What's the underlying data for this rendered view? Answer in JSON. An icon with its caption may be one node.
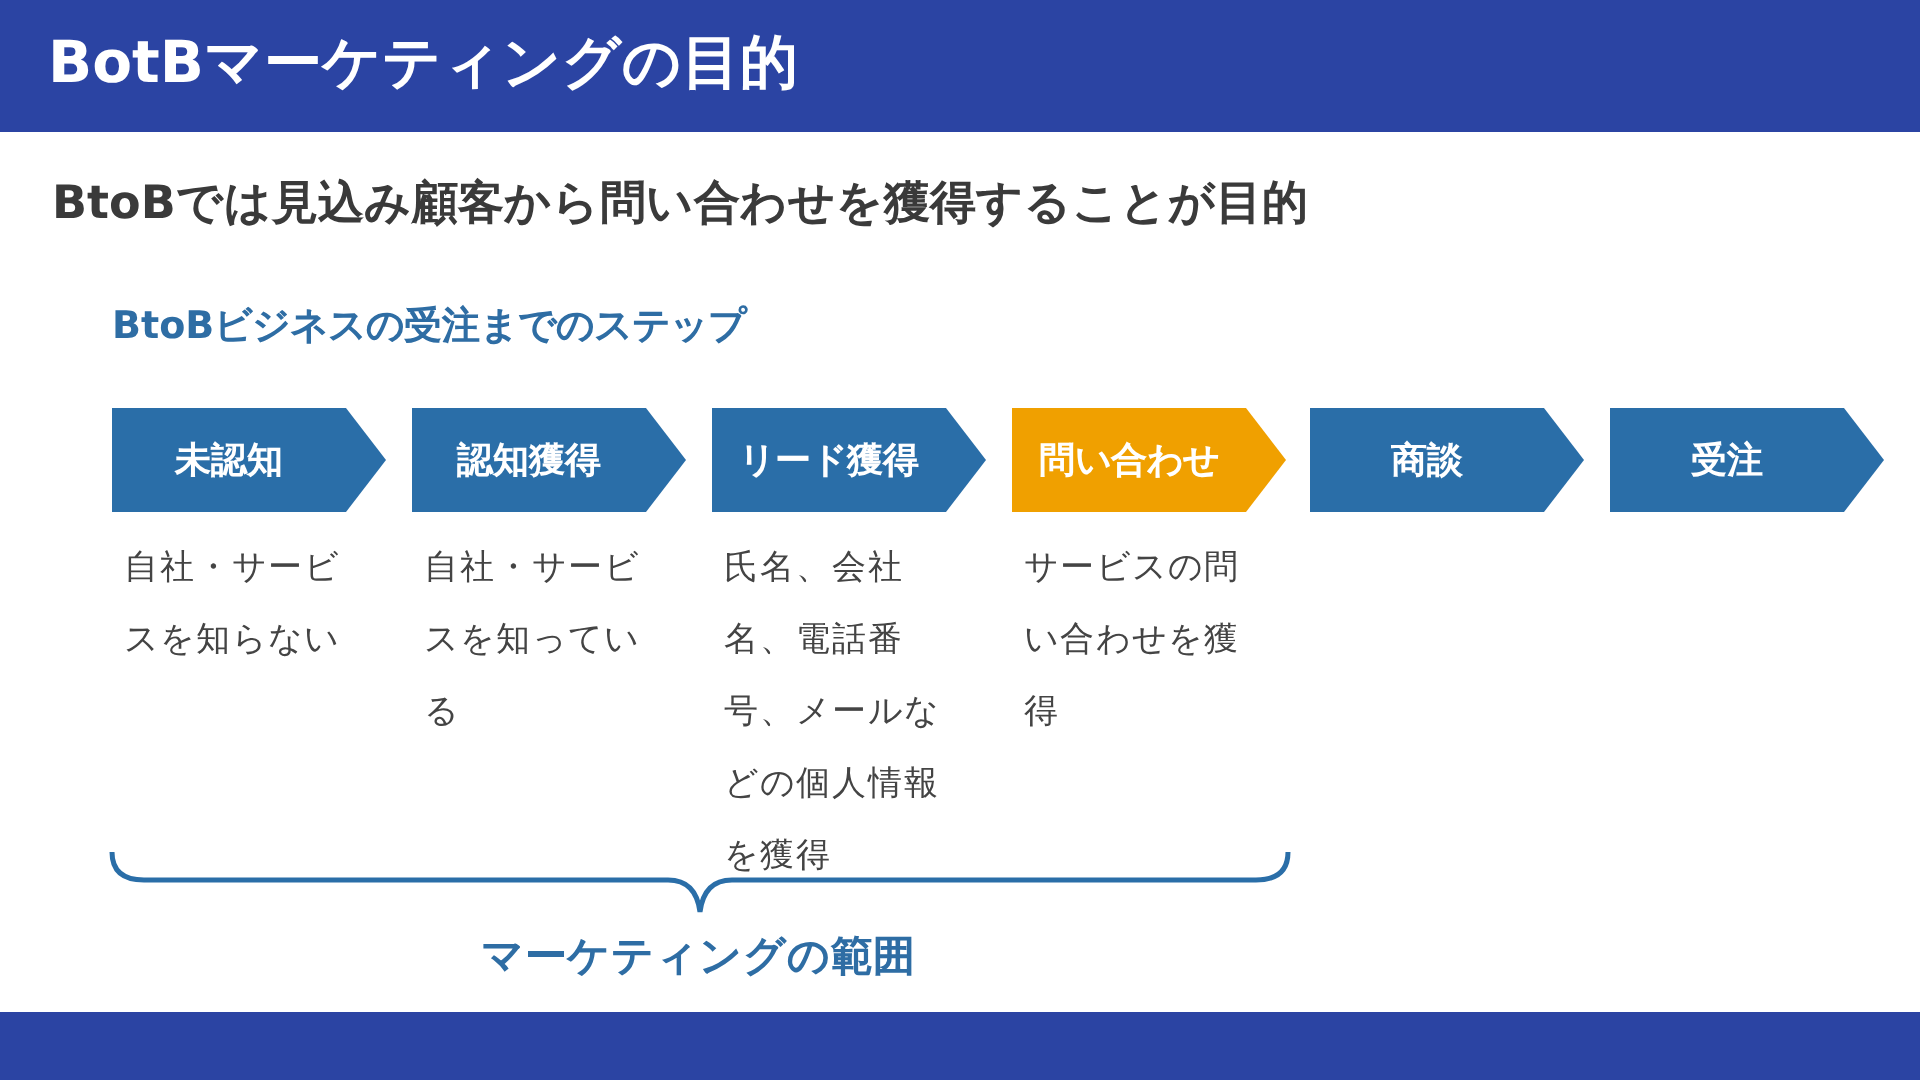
{
  "diagram": {
    "title": "BotBマーケティングの目的",
    "nodes": [
      {
        "text": [
          "未認知"
        ],
        "beside": [
          "自社・サービスを知らない"
        ]
      },
      {
        "text": [
          "認知獲得"
        ],
        "beside": [
          "自社・サービスを知っている"
        ]
      },
      {
        "text": [
          "リード獲得"
        ],
        "beside": [
          "氏名、会社名、電話番号、メールなどの個人情報を獲得"
        ]
      },
      {
        "text": [
          "問い合わせ"
        ],
        "beside": [
          "サービスの問い合わせを獲得"
        ]
      },
      {
        "text": [
          "商談"
        ]
      },
      {
        "text": [
          "受注"
        ]
      }
    ],
    "edges": [],
    "labels": [
      "BtoBでは見込み顧客から問い合わせを獲得することが目的",
      "BtoBビジネスの受注までのステップ",
      "マーケティングの範囲"
    ]
  }
}
